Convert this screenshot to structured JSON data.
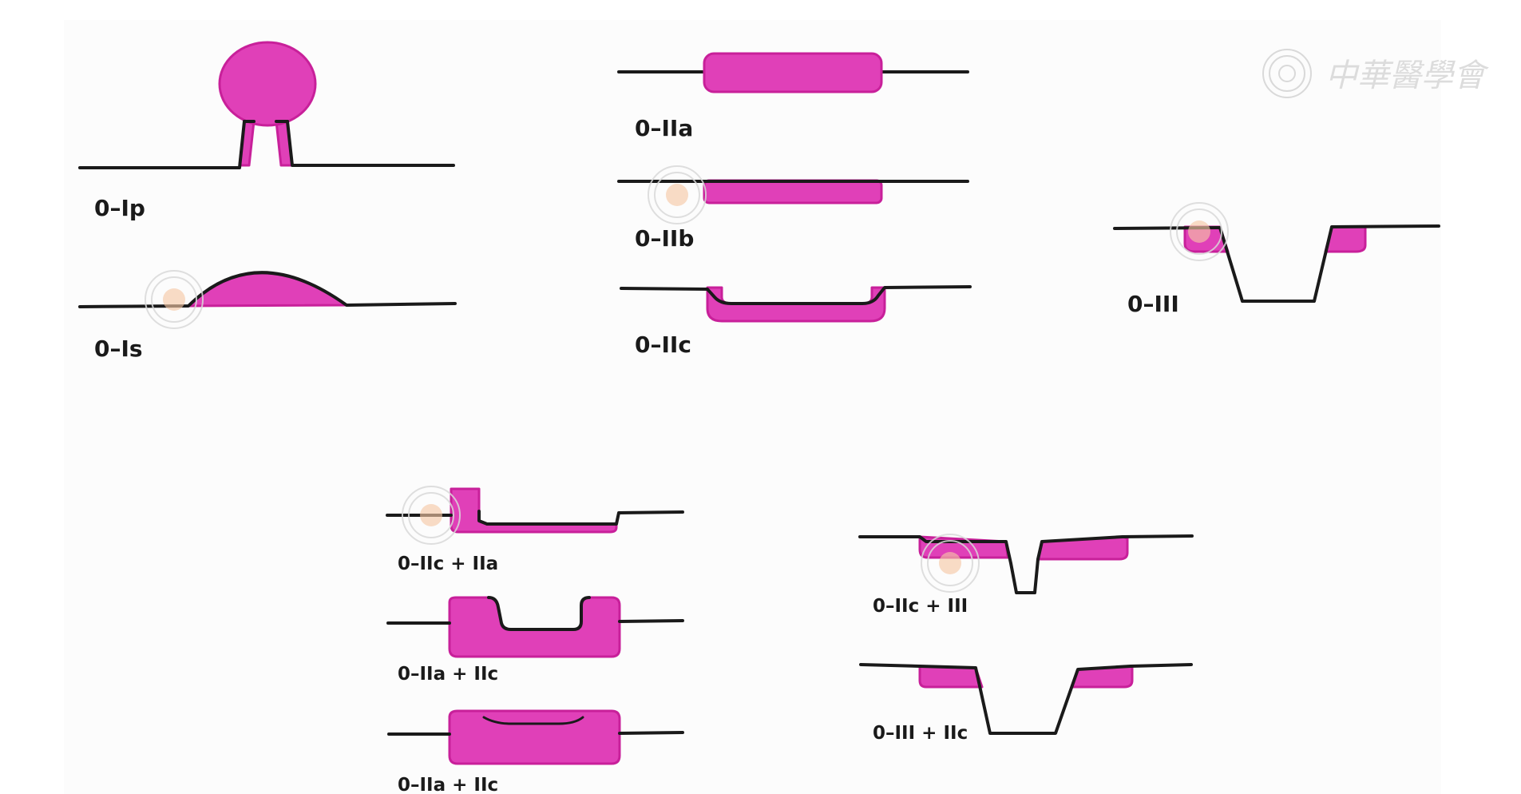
{
  "colors": {
    "lesion": "#e040b8",
    "lesion_outline": "#c8209a",
    "mucosa": "#1a1a1a",
    "background": "#fcfcfc"
  },
  "watermark": {
    "text": "中華醫學會",
    "seal_icon": "cma-seal-icon"
  },
  "labels": {
    "ip": "0–Ip",
    "is": "0–Is",
    "iia": "0–IIa",
    "iib": "0–IIb",
    "iic": "0–IIc",
    "iii": "0–III",
    "iic_iia": "0–IIc + IIa",
    "iia_iic_1": "0–IIa + IIc",
    "iia_iic_2": "0–IIa + IIc",
    "iic_iii": "0–IIc + III",
    "iii_iic": "0–III + IIc"
  }
}
